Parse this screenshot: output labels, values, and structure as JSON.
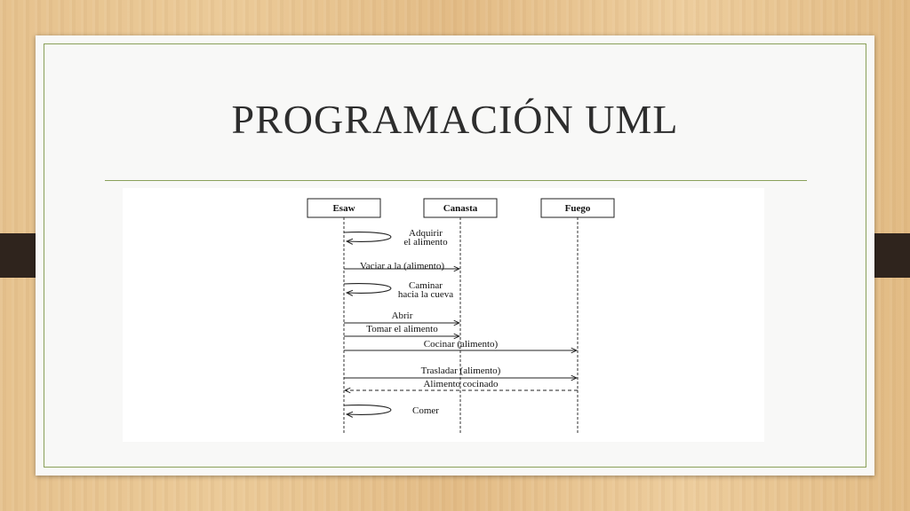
{
  "slide": {
    "title": "PROGRAMACIÓN UML"
  },
  "diagram": {
    "participants": [
      {
        "id": "esaw",
        "label": "Esaw"
      },
      {
        "id": "canasta",
        "label": "Canasta"
      },
      {
        "id": "fuego",
        "label": "Fuego"
      }
    ],
    "messages": [
      {
        "from": "esaw",
        "to": "esaw",
        "kind": "self",
        "lines": [
          "Adquirir",
          "el alimento"
        ]
      },
      {
        "from": "esaw",
        "to": "canasta",
        "kind": "sync",
        "lines": [
          "Vaciar a la (alimento)"
        ]
      },
      {
        "from": "esaw",
        "to": "esaw",
        "kind": "self",
        "lines": [
          "Caminar",
          "hacia la cueva"
        ]
      },
      {
        "from": "esaw",
        "to": "canasta",
        "kind": "sync",
        "lines": [
          "Abrir"
        ]
      },
      {
        "from": "esaw",
        "to": "canasta",
        "kind": "sync",
        "lines": [
          "Tomar el alimento"
        ]
      },
      {
        "from": "esaw",
        "to": "fuego",
        "kind": "sync",
        "lines": [
          "Cocinar (alimento)"
        ]
      },
      {
        "from": "esaw",
        "to": "fuego",
        "kind": "sync",
        "lines": [
          "Trasladar (alimento)"
        ]
      },
      {
        "from": "fuego",
        "to": "esaw",
        "kind": "return",
        "lines": [
          "Alimento cocinado"
        ]
      },
      {
        "from": "esaw",
        "to": "esaw",
        "kind": "self",
        "lines": [
          "Comer"
        ]
      }
    ]
  }
}
